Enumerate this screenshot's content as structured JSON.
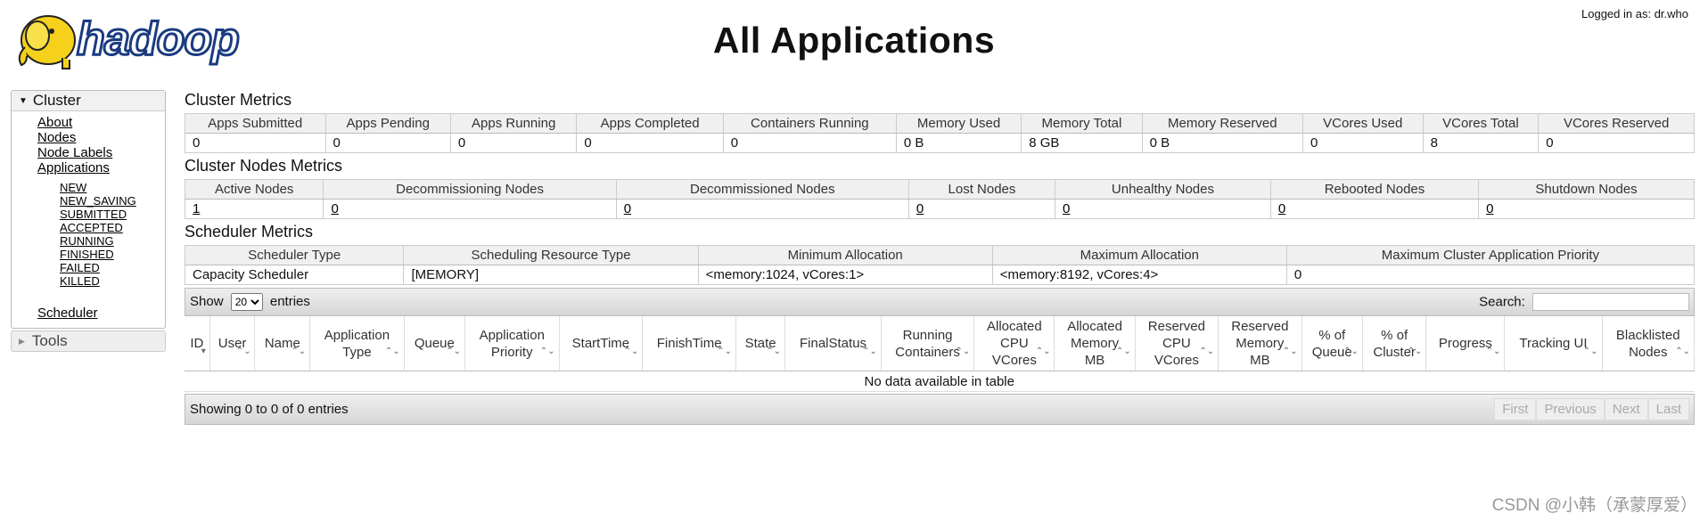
{
  "header": {
    "title": "All Applications",
    "logged_in": "Logged in as: dr.who",
    "logo_text": "hadoop"
  },
  "nav": {
    "cluster_label": "Cluster",
    "cluster_items": [
      "About",
      "Nodes",
      "Node Labels",
      "Applications"
    ],
    "app_states": [
      "NEW",
      "NEW_SAVING",
      "SUBMITTED",
      "ACCEPTED",
      "RUNNING",
      "FINISHED",
      "FAILED",
      "KILLED"
    ],
    "scheduler": "Scheduler",
    "tools_label": "Tools"
  },
  "cluster_metrics": {
    "title": "Cluster Metrics",
    "headers": [
      "Apps Submitted",
      "Apps Pending",
      "Apps Running",
      "Apps Completed",
      "Containers Running",
      "Memory Used",
      "Memory Total",
      "Memory Reserved",
      "VCores Used",
      "VCores Total",
      "VCores Reserved"
    ],
    "values": [
      "0",
      "0",
      "0",
      "0",
      "0",
      "0 B",
      "8 GB",
      "0 B",
      "0",
      "8",
      "0"
    ]
  },
  "node_metrics": {
    "title": "Cluster Nodes Metrics",
    "headers": [
      "Active Nodes",
      "Decommissioning Nodes",
      "Decommissioned Nodes",
      "Lost Nodes",
      "Unhealthy Nodes",
      "Rebooted Nodes",
      "Shutdown Nodes"
    ],
    "values": [
      "1",
      "0",
      "0",
      "0",
      "0",
      "0",
      "0"
    ]
  },
  "scheduler_metrics": {
    "title": "Scheduler Metrics",
    "headers": [
      "Scheduler Type",
      "Scheduling Resource Type",
      "Minimum Allocation",
      "Maximum Allocation",
      "Maximum Cluster Application Priority"
    ],
    "values": [
      "Capacity Scheduler",
      "[MEMORY]",
      "<memory:1024, vCores:1>",
      "<memory:8192, vCores:4>",
      "0"
    ]
  },
  "apps_table": {
    "show_label": "Show",
    "entries_label": "entries",
    "page_size": "20",
    "search_label": "Search:",
    "search_value": "",
    "columns": [
      {
        "lines": [
          "ID"
        ],
        "sort": "▾"
      },
      {
        "lines": [
          "User"
        ],
        "sort": "⌃⌄"
      },
      {
        "lines": [
          "Name"
        ],
        "sort": "⌃⌄"
      },
      {
        "lines": [
          "Application",
          "Type"
        ],
        "sort": "⌃⌄"
      },
      {
        "lines": [
          "Queue"
        ],
        "sort": "⌃⌄"
      },
      {
        "lines": [
          "Application",
          "Priority"
        ],
        "sort": "⌃⌄"
      },
      {
        "lines": [
          "StartTime"
        ],
        "sort": "⌃⌄"
      },
      {
        "lines": [
          "FinishTime"
        ],
        "sort": "⌃⌄"
      },
      {
        "lines": [
          "State"
        ],
        "sort": "⌃⌄"
      },
      {
        "lines": [
          "FinalStatus"
        ],
        "sort": "⌃⌄"
      },
      {
        "lines": [
          "Running",
          "Containers"
        ],
        "sort": "⌃⌄"
      },
      {
        "lines": [
          "Allocated",
          "CPU",
          "VCores"
        ],
        "sort": "⌃⌄"
      },
      {
        "lines": [
          "Allocated",
          "Memory",
          "MB"
        ],
        "sort": "⌃⌄"
      },
      {
        "lines": [
          "Reserved",
          "CPU",
          "VCores"
        ],
        "sort": "⌃⌄"
      },
      {
        "lines": [
          "Reserved",
          "Memory",
          "MB"
        ],
        "sort": "⌃⌄"
      },
      {
        "lines": [
          "% of",
          "Queue"
        ],
        "sort": "⌃⌄"
      },
      {
        "lines": [
          "% of",
          "Cluster"
        ],
        "sort": "⌃⌄"
      },
      {
        "lines": [
          "Progress"
        ],
        "sort": "⌃⌄"
      },
      {
        "lines": [
          "Tracking UI"
        ],
        "sort": "⌃⌄"
      },
      {
        "lines": [
          "Blacklisted",
          "Nodes"
        ],
        "sort": "⌃⌄"
      }
    ],
    "empty_message": "No data available in table",
    "info": "Showing 0 to 0 of 0 entries",
    "pager": [
      "First",
      "Previous",
      "Next",
      "Last"
    ]
  },
  "watermark": "CSDN @小韩（承蒙厚爱）"
}
